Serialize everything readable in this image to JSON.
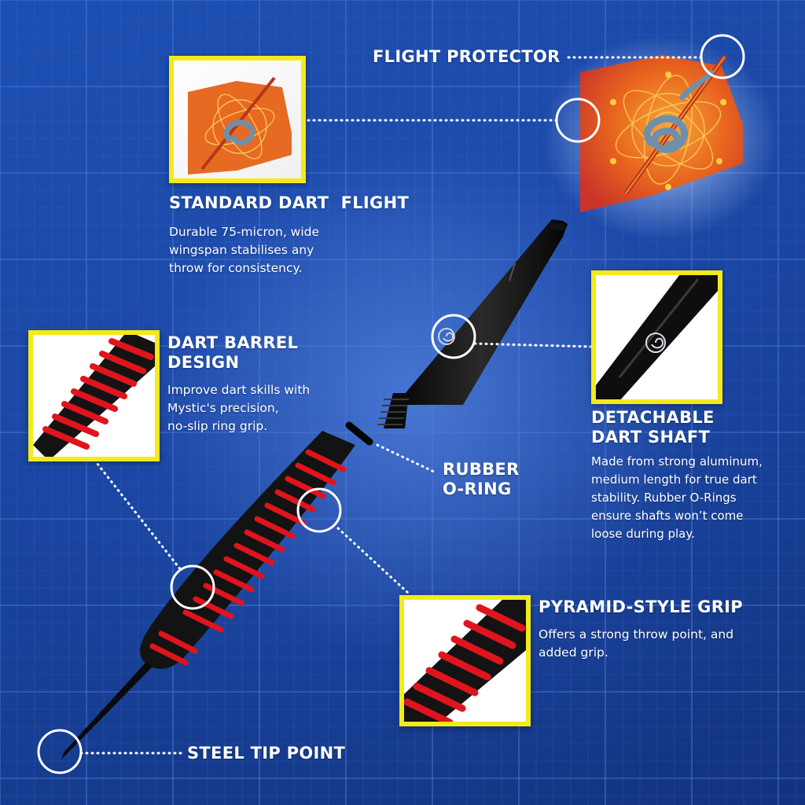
{
  "labels": {
    "flight_protector": "FLIGHT PROTECTOR",
    "standard_flight": "STANDARD DART  FLIGHT",
    "barrel": "DART BARREL\nDESIGN",
    "shaft": "DETACHABLE\nDART SHAFT",
    "oring": "RUBBER\nO-RING",
    "pyramid": "PYRAMID-STYLE GRIP",
    "tip": "STEEL TIP POINT"
  },
  "descriptions": {
    "standard_flight": [
      "Durable 75-micron, wide",
      "wingspan stabilises any",
      "throw for consistency."
    ],
    "barrel": [
      "Improve dart skills with",
      "Mystic's precision,",
      "no-slip ring grip."
    ],
    "shaft": [
      "Made from strong aluminum,",
      "medium length for true dart",
      "stability. Rubber O-Rings",
      "ensure shafts won’t come",
      "loose during play."
    ],
    "pyramid": [
      "Offers a strong throw point, and",
      "added grip."
    ]
  },
  "colors": {
    "background": "#1b47a4",
    "grid": "#4f7fd6",
    "highlight_frame": "#f2ea1a",
    "barrel_ring": "#e0141c",
    "barrel_body": "#151515",
    "flight_orange": "#e8641e",
    "flight_gold": "#f4b42a",
    "marker": "#ffffff"
  },
  "icons": {
    "shaft_logo": "spiral-swirl-icon",
    "flight_art": "snake-and-sword-emblem"
  }
}
